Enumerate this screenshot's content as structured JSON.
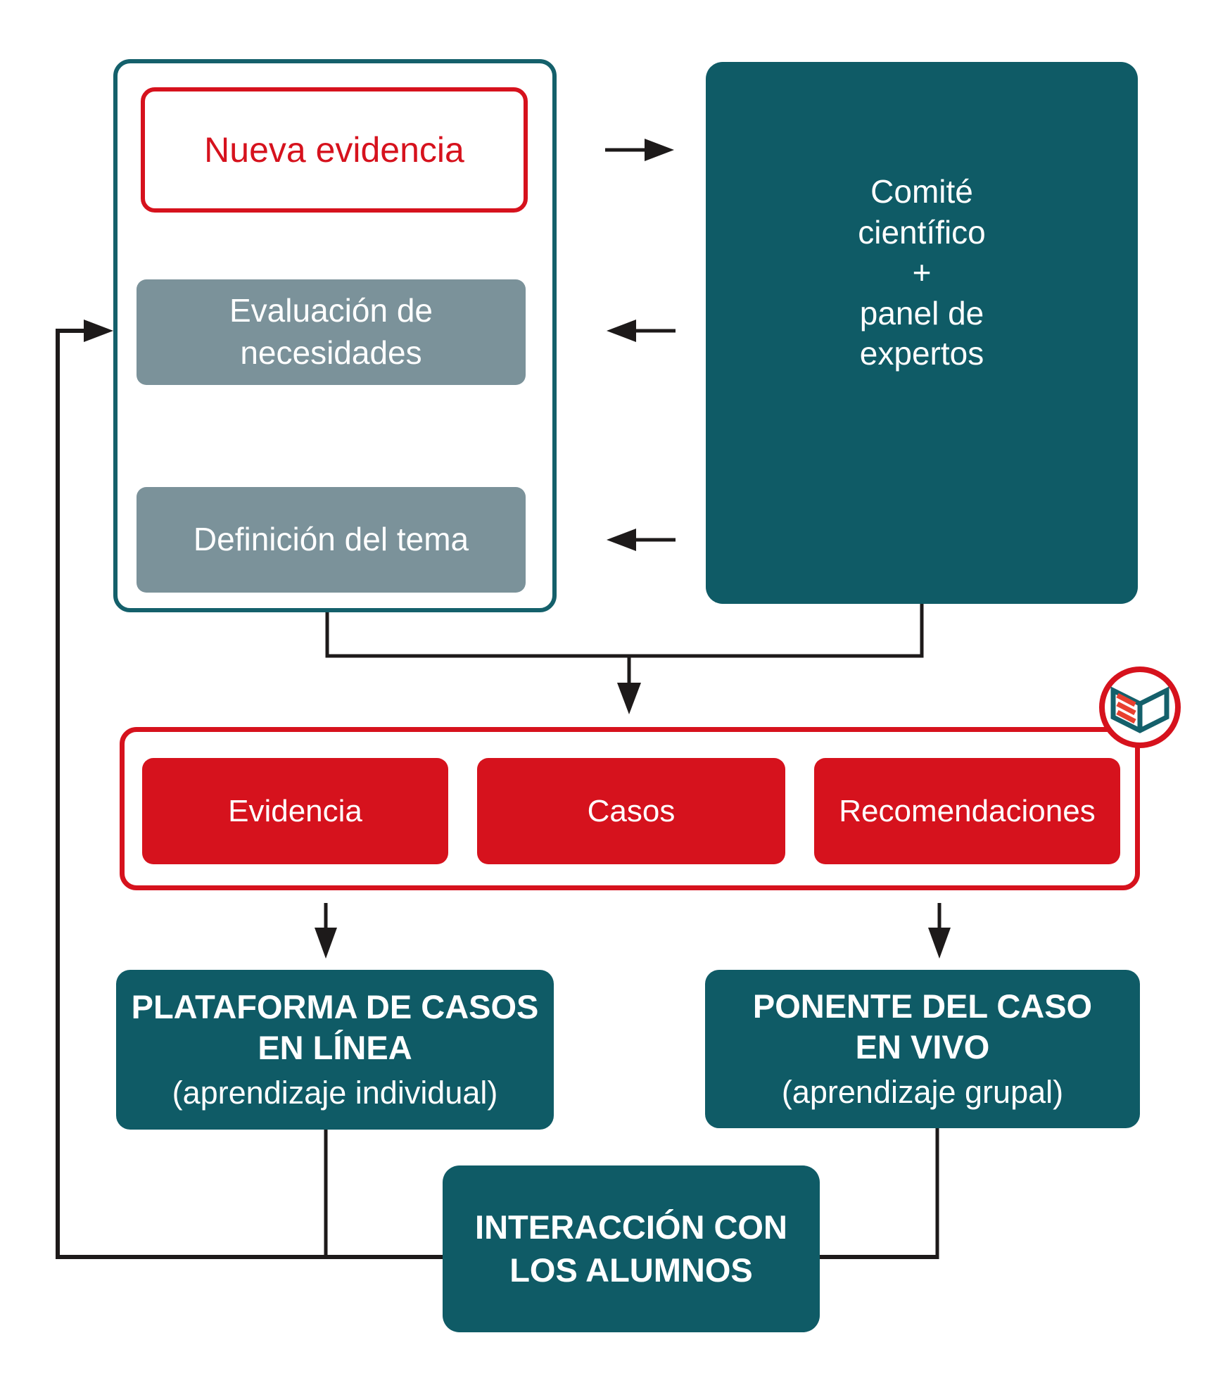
{
  "colors": {
    "teal": "#0f5b66",
    "teal_border": "#14606b",
    "gray": "#7b929a",
    "red": "#d6121d",
    "line": "#1d1a1a",
    "white": "#ffffff"
  },
  "pipeline": {
    "new_evidence": "Nueva evidencia",
    "needs_assessment": "Evaluación de\nnecesidades",
    "topic_definition": "Definición del tema"
  },
  "committee": {
    "text": "Comité\ncientífico\n+\npanel de\nexpertos"
  },
  "outputs": {
    "evidence": "Evidencia",
    "cases": "Casos",
    "recommendations": "Recomendaciones"
  },
  "platform": {
    "title": "PLATAFORMA DE CASOS\nEN LÍNEA",
    "subtitle": "(aprendizaje individual)"
  },
  "presenter": {
    "title": "PONENTE DEL CASO\nEN VIVO",
    "subtitle": "(aprendizaje grupal)"
  },
  "interaction": {
    "title": "INTERACCIÓN CON\nLOS ALUMNOS"
  },
  "icons": {
    "logo": "open-book-logo-icon"
  }
}
